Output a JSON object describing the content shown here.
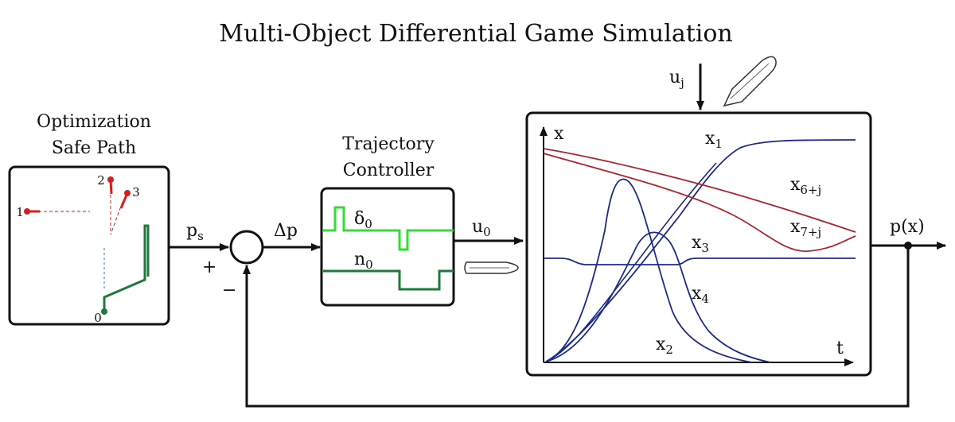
{
  "title": "Multi-Object Differential Game Simulation",
  "optimization": {
    "title_line1": "Optimization",
    "title_line2": "Safe Path",
    "points": [
      "0",
      "1",
      "2",
      "3"
    ]
  },
  "controller": {
    "title_line1": "Trajectory",
    "title_line2": "Controller",
    "delta_sym": "δ",
    "delta_sub": "0",
    "n_sym": "n",
    "n_sub": "0"
  },
  "signals": {
    "ps_main": "p",
    "ps_sub": "s",
    "plus": "+",
    "minus": "−",
    "dp": "Δp",
    "u0_main": "u",
    "u0_sub": "0",
    "uj_main": "u",
    "uj_sub": "j",
    "px": "p(x)"
  },
  "plot": {
    "x_axis": "t",
    "y_axis": "x",
    "curves": [
      {
        "main": "x",
        "sub": "1"
      },
      {
        "main": "x",
        "sub": "6+j"
      },
      {
        "main": "x",
        "sub": "7+j"
      },
      {
        "main": "x",
        "sub": "3"
      },
      {
        "main": "x",
        "sub": "4"
      },
      {
        "main": "x",
        "sub": "2"
      }
    ],
    "colors": {
      "blue": "#1c2a8c",
      "red": "#b0242a"
    }
  },
  "colors": {
    "green_light": "#33dd33",
    "green_dark": "#1d7a3a",
    "red_path": "#d42020"
  }
}
